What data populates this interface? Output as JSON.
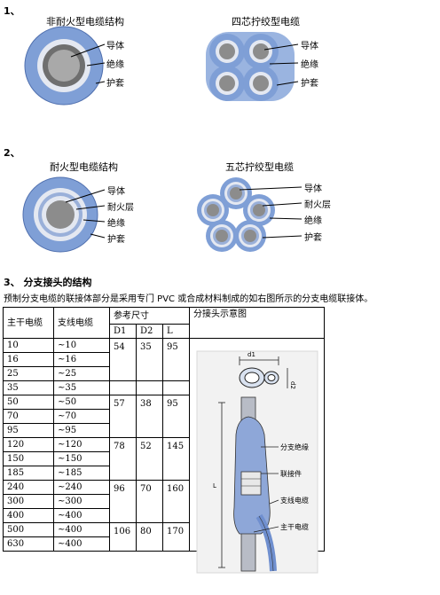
{
  "sections": [
    {
      "number": "1、",
      "diagrams": [
        {
          "title": "非耐火型电缆结构",
          "labels": [
            "导体",
            "绝缘",
            "护套"
          ]
        },
        {
          "title": "四芯拧绞型电缆",
          "labels": [
            "导体",
            "绝缘",
            "护套"
          ]
        }
      ]
    },
    {
      "number": "2、",
      "diagrams": [
        {
          "title": "耐火型电缆结构",
          "labels": [
            "导体",
            "耐火层",
            "绝缘",
            "护套"
          ]
        },
        {
          "title": "五芯拧绞型电缆",
          "labels": [
            "导体",
            "耐火层",
            "绝缘",
            "护套"
          ]
        }
      ]
    }
  ],
  "section3": {
    "heading": "3、 分支接头的结构",
    "paragraph": "预制分支电缆的联接体部分是采用专门 PVC 或合成材料制成的如右图所示的分支电缆联接体。"
  },
  "table": {
    "headers": {
      "main": "主干电缆",
      "branch": "支线电缆",
      "ref": "参考尺寸",
      "diagram": "分接头示意图",
      "sub": [
        "D1",
        "D2",
        "L"
      ]
    },
    "groups": [
      {
        "rows": [
          [
            "10",
            "~10"
          ],
          [
            "16",
            "~16"
          ],
          [
            "25",
            "~25"
          ]
        ],
        "dims": [
          "54",
          "35",
          "95"
        ]
      },
      {
        "rows": [
          [
            "35",
            "~35"
          ]
        ],
        "dims": [
          "",
          "",
          ""
        ]
      },
      {
        "rows": [
          [
            "50",
            "~50"
          ],
          [
            "70",
            "~70"
          ],
          [
            "95",
            "~95"
          ]
        ],
        "dims": [
          "57",
          "38",
          "95"
        ]
      },
      {
        "rows": [
          [
            "120",
            "~120"
          ],
          [
            "150",
            "~150"
          ],
          [
            "185",
            "~185"
          ]
        ],
        "dims": [
          "78",
          "52",
          "145"
        ]
      },
      {
        "rows": [
          [
            "240",
            "~240"
          ],
          [
            "300",
            "~300"
          ],
          [
            "400",
            "~400"
          ]
        ],
        "dims": [
          "96",
          "70",
          "160"
        ]
      },
      {
        "rows": [
          [
            "500",
            "~400"
          ],
          [
            "630",
            "~400"
          ]
        ],
        "dims": [
          "106",
          "80",
          "170"
        ]
      }
    ],
    "diagram_labels": [
      "分支绝缘",
      "联接件",
      "支线电缆",
      "主干电缆"
    ],
    "diagram_dims": [
      "d1",
      "d2",
      "L"
    ]
  },
  "colors": {
    "sheath": "#7f9fd6",
    "insulation": "#e4e8f1",
    "conductor": "#8c8c8c",
    "fire_layer": "#9ab0d9"
  }
}
